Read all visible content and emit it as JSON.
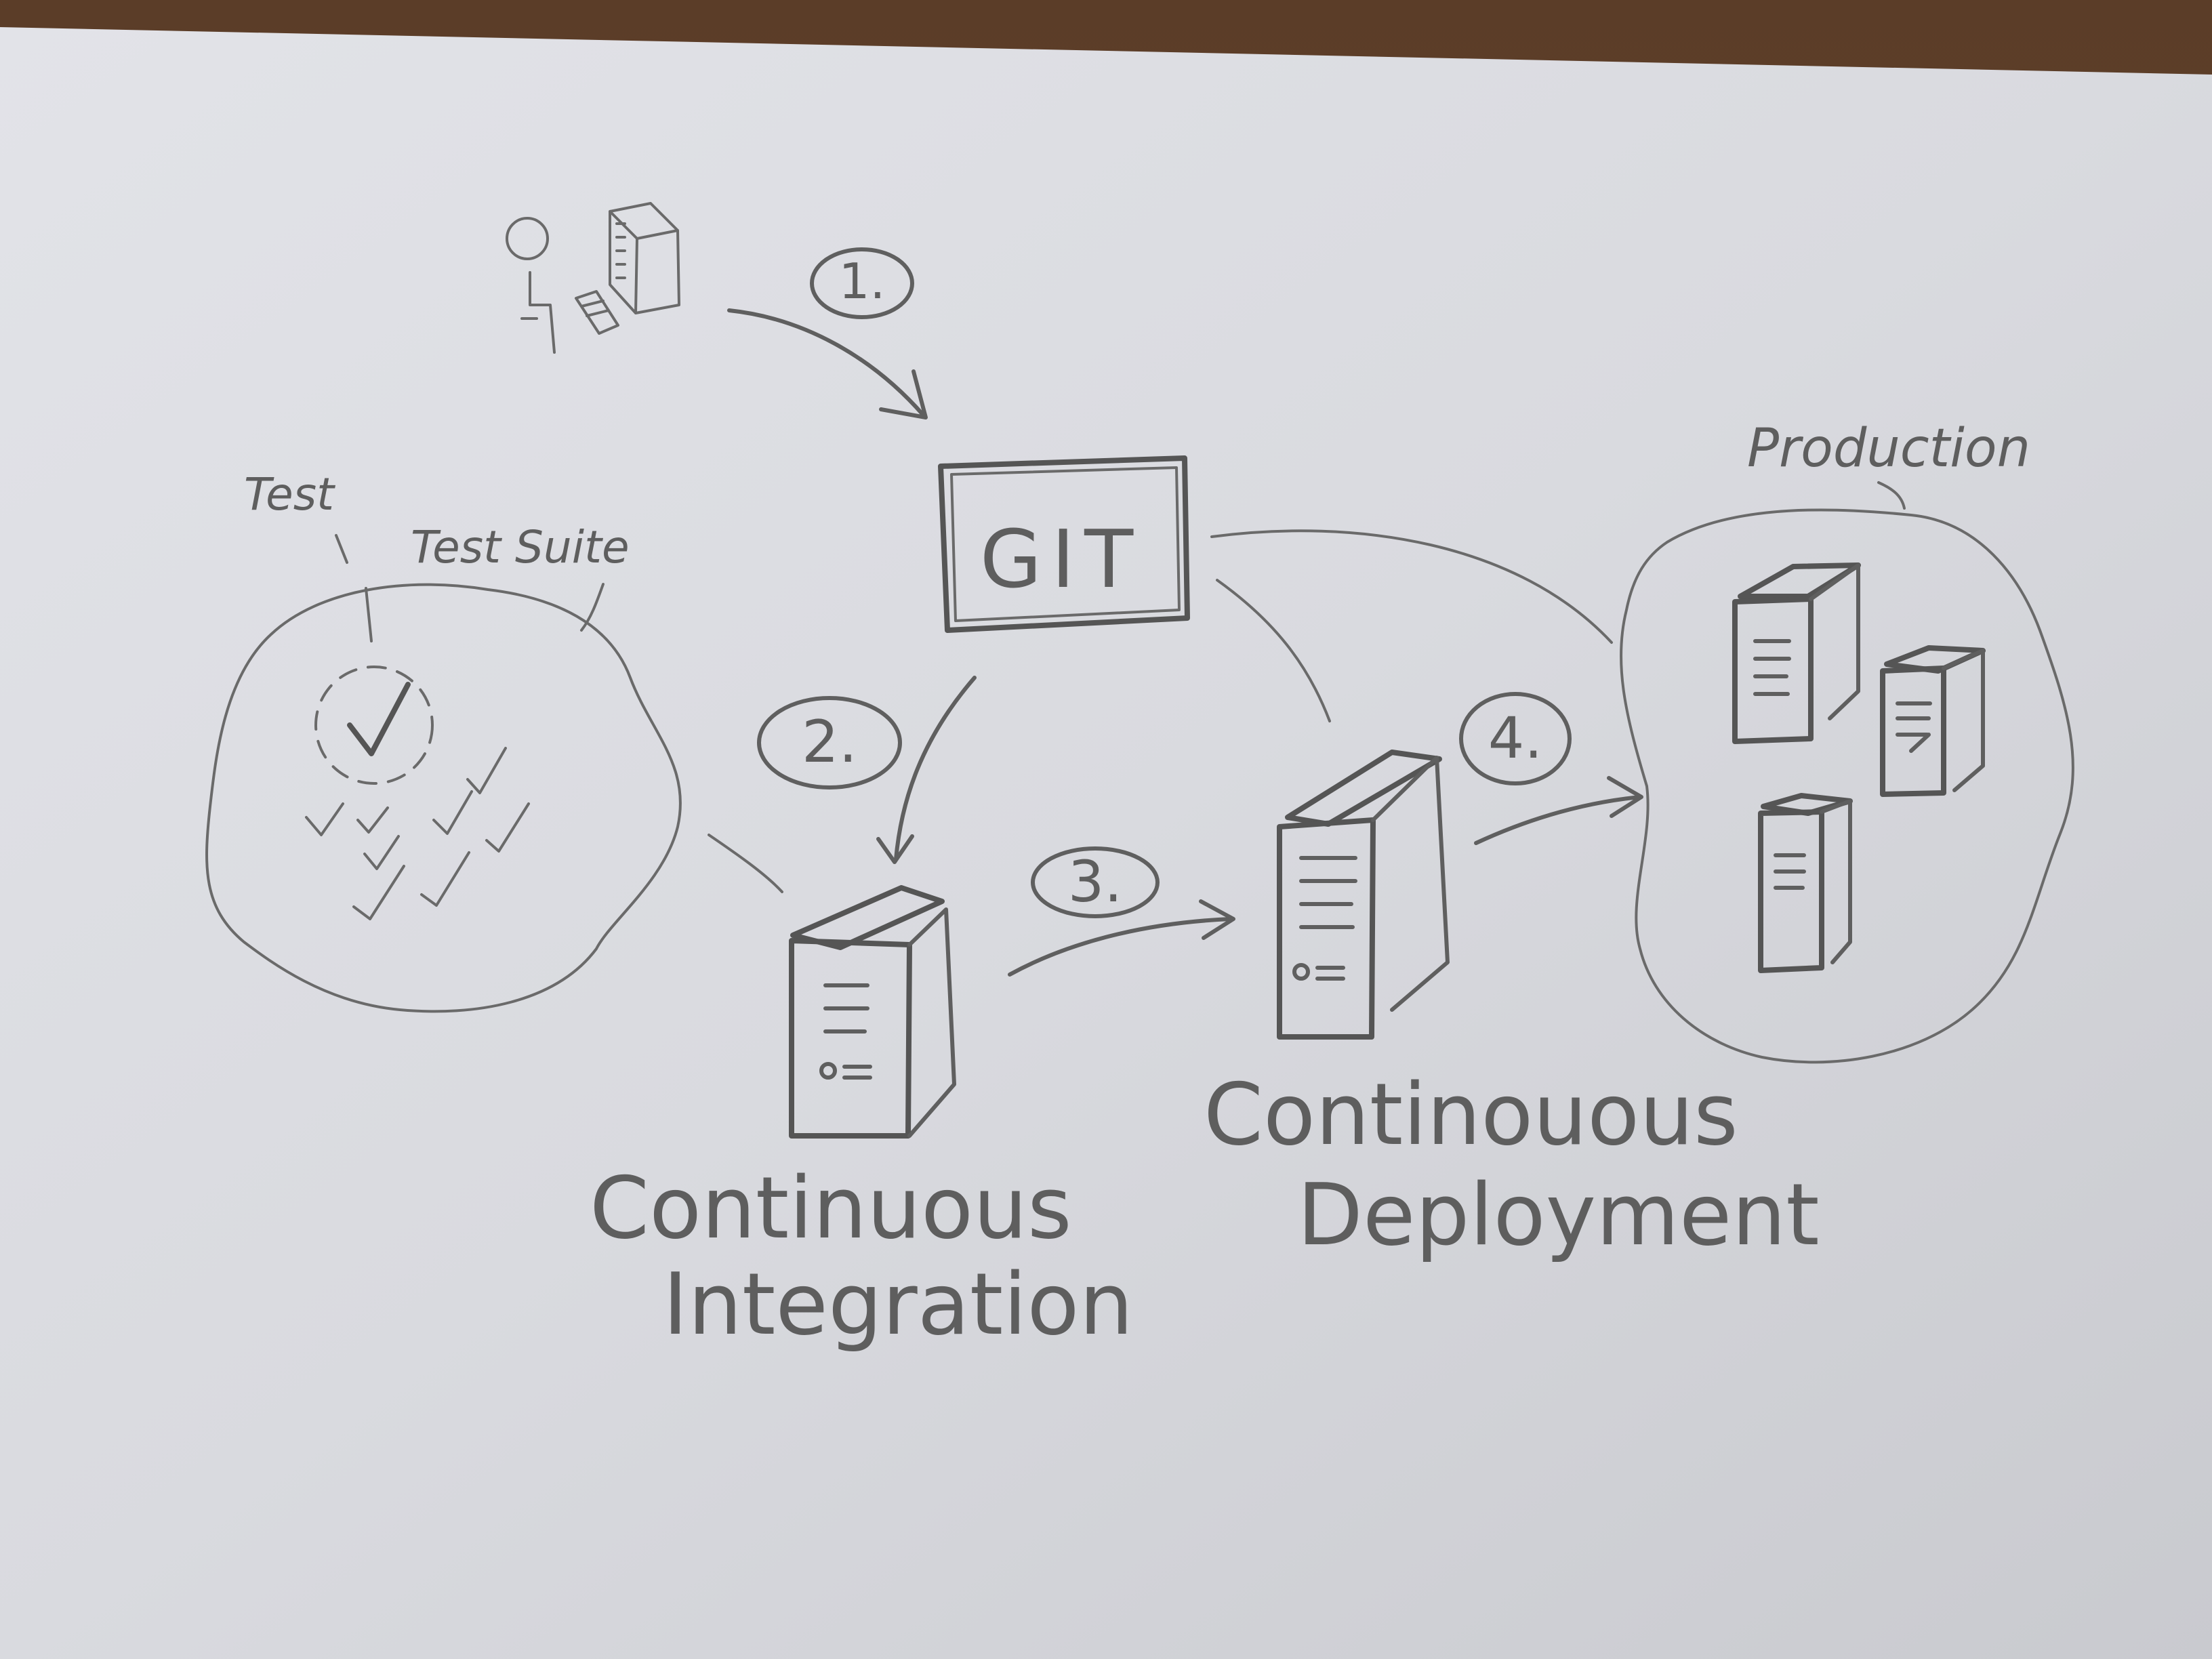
{
  "diagram": {
    "steps": {
      "step_1": "1.",
      "step_2": "2.",
      "step_3": "3.",
      "step_4": "4."
    },
    "git_label": "GIT",
    "test_label": "Test",
    "test_suite_label": "Test Suite",
    "production_label": "Production",
    "ci_label_line1": "Continuous",
    "ci_label_line2": "Integration",
    "cd_label_line1": "Continouous",
    "cd_label_line2": "Deployment"
  },
  "colors": {
    "paper": "#dcdde2",
    "ink": "#5f5f5f",
    "table": "#5b3d28"
  }
}
